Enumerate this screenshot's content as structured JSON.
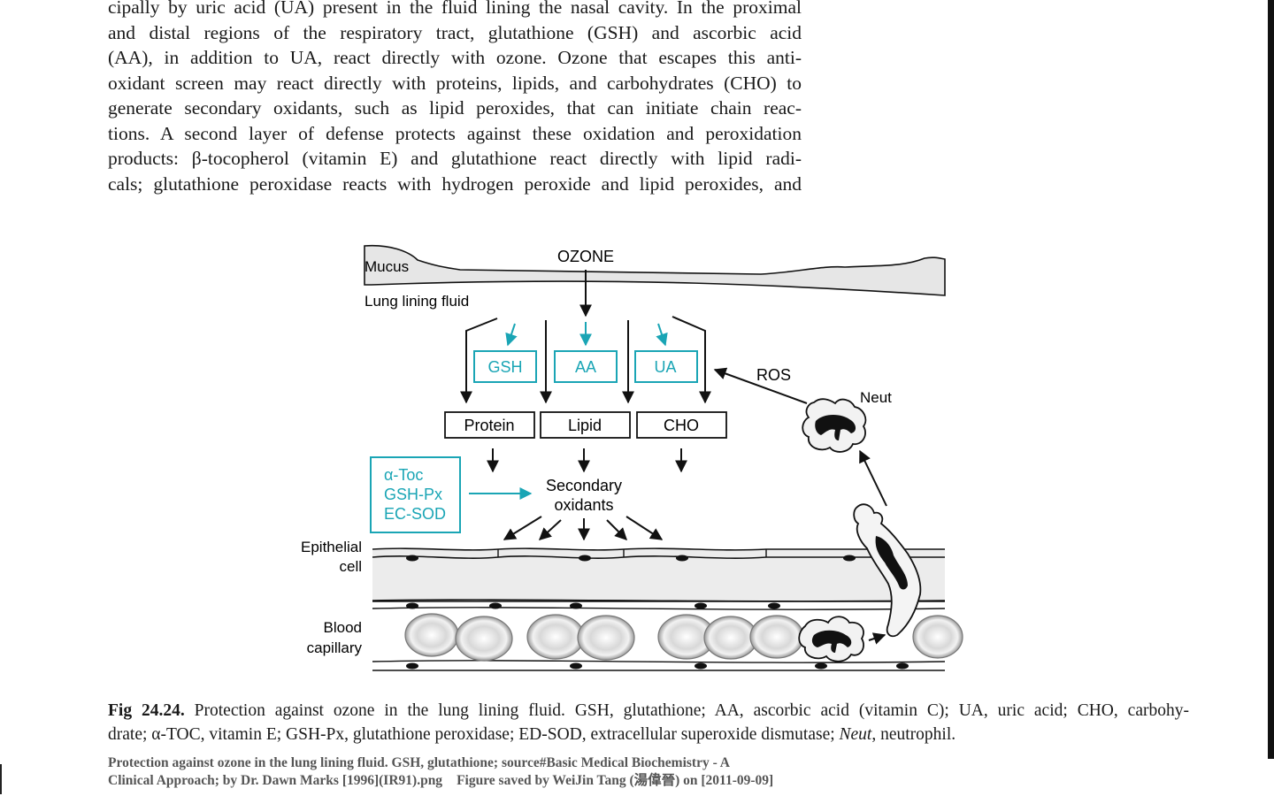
{
  "body_text": {
    "lines": [
      "cipally by uric acid (UA) present in the fluid lining the nasal cavity. In the proximal",
      "and distal regions of the respiratory tract, glutathione (GSH) and ascorbic acid",
      "(AA), in addition to UA, react directly with ozone. Ozone that escapes this anti-",
      "oxidant screen may react directly with proteins, lipids, and carbohydrates (CHO) to",
      "generate secondary oxidants, such as lipid peroxides, that can initiate chain reac-",
      "tions. A second layer of defense protects against these oxidation and peroxidation",
      "products: β-tocopherol (vitamin E) and glutathione react directly with lipid radi-",
      "cals; glutathione peroxidase reacts with hydrogen peroxide and lipid peroxides, and"
    ]
  },
  "figure": {
    "labels": {
      "mucus": "Mucus",
      "ozone": "OZONE",
      "lung_lining_fluid": "Lung lining fluid",
      "gsh": "GSH",
      "aa": "AA",
      "ua": "UA",
      "ros": "ROS",
      "neut": "Neut",
      "protein": "Protein",
      "lipid": "Lipid",
      "cho": "CHO",
      "atoc": "α-Toc",
      "gshpx": "GSH-Px",
      "ecsod": "EC-SOD",
      "secondary": "Secondary",
      "oxidants": "oxidants",
      "epithelial": "Epithelial",
      "cell": "cell",
      "blood": "Blood",
      "capillary": "capillary"
    },
    "colors": {
      "antioxidant": "#1aa5b5",
      "line": "#111111",
      "mucus_fill": "#e6e6e6",
      "cell_fill": "#ececec"
    }
  },
  "caption": {
    "label": "Fig 24.24.",
    "line1": " Protection against ozone in the lung lining fluid. GSH, glutathione; AA, ascorbic acid (vitamin C); UA, uric acid; CHO, carbohy-",
    "line2_a": "drate; α-TOC, vitamin E; GSH-Px, glutathione peroxidase; ED-SOD, extracellular superoxide dismutase; ",
    "line2_neut": "Neut",
    "line2_b": ", neutrophil."
  },
  "source_note": {
    "line1": "Protection against ozone in the lung lining fluid. GSH, glutathione; source#Basic Medical Biochemistry - A",
    "line2_a": "Clinical Approach; by Dr. Dawn Marks [1996](IR91).png",
    "line2_b": "Figure saved by WeiJin Tang (湯偉晉) on [2011-09-09]"
  }
}
